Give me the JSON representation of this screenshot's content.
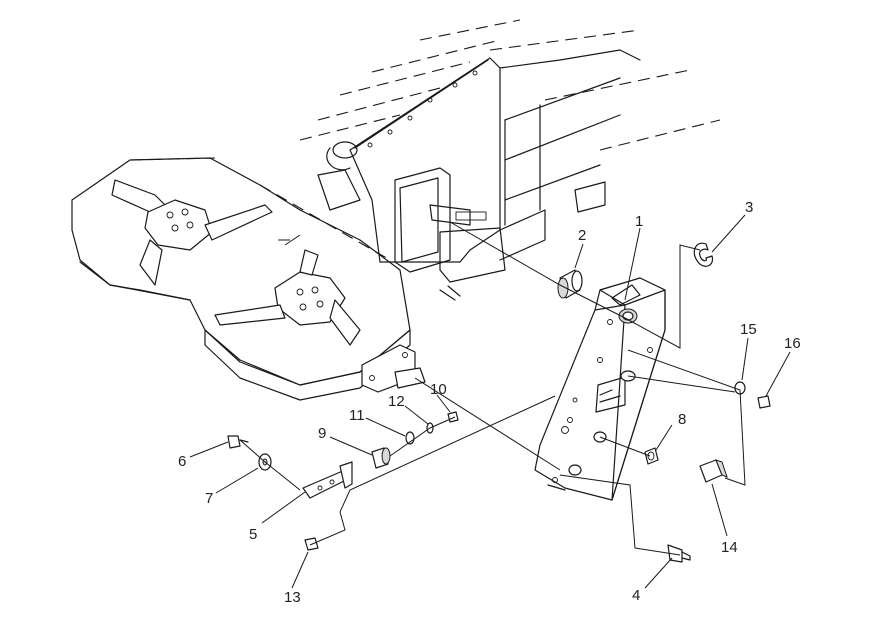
{
  "callouts": [
    {
      "id": "1",
      "label": "1"
    },
    {
      "id": "2",
      "label": "2"
    },
    {
      "id": "3",
      "label": "3"
    },
    {
      "id": "4",
      "label": "4"
    },
    {
      "id": "5",
      "label": "5"
    },
    {
      "id": "6",
      "label": "6"
    },
    {
      "id": "7",
      "label": "7"
    },
    {
      "id": "8",
      "label": "8"
    },
    {
      "id": "9",
      "label": "9"
    },
    {
      "id": "10",
      "label": "10"
    },
    {
      "id": "11",
      "label": "11"
    },
    {
      "id": "12",
      "label": "12"
    },
    {
      "id": "13",
      "label": "13"
    },
    {
      "id": "14",
      "label": "14"
    },
    {
      "id": "15",
      "label": "15"
    },
    {
      "id": "16",
      "label": "16"
    }
  ],
  "colors": {
    "line": "#1a1a1a",
    "background": "#ffffff",
    "shade": "#d9d9d9"
  }
}
